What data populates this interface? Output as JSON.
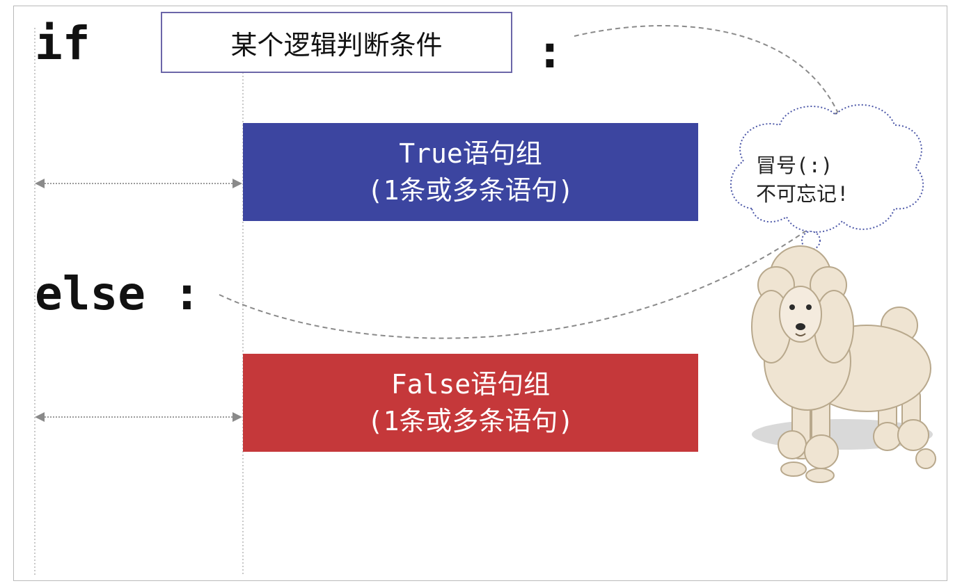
{
  "if_keyword": "if",
  "condition_label": "某个逻辑判断条件",
  "if_colon": ":",
  "true_block": {
    "line1": "True语句组",
    "line2": "(1条或多条语句)",
    "color": "#3c45a0"
  },
  "else_keyword": "else :",
  "false_block": {
    "line1": "False语句组",
    "line2": "(1条或多条语句)",
    "color": "#c5383a"
  },
  "thought_bubble": {
    "line1": "冒号(:)",
    "line2": "不可忘记!"
  },
  "illustration": "poodle-dog"
}
